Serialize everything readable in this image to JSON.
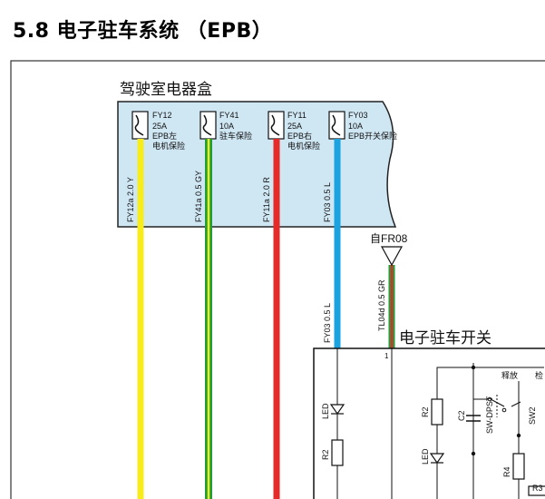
{
  "title": "5.8 电子驻车系统 （EPB）",
  "diagram": {
    "cab_box_label": "驾驶室电器盒",
    "switch_label": "电子驻车开关",
    "ground_label": "自FR08",
    "fuses": [
      {
        "id": "FY12",
        "rating": "25A",
        "desc1": "EPB左",
        "desc2": "电机保险",
        "wire": "FY12a  2.0  Y",
        "color": "#f7ec1c"
      },
      {
        "id": "FY41",
        "rating": "10A",
        "desc1": "驻车保险",
        "desc2": "",
        "wire": "FY41a  0.5  GY",
        "color": "#1f9e3a"
      },
      {
        "id": "FY11",
        "rating": "25A",
        "desc1": "EPB右",
        "desc2": "电机保险",
        "wire": "FY11a  2.0  R",
        "color": "#e52a2a"
      },
      {
        "id": "FY03",
        "rating": "10A",
        "desc1": "EPB开关保险",
        "desc2": "",
        "wire": "FY03  0.5  L",
        "color": "#1aa3e0"
      }
    ],
    "wire_fy03_lower": "FY03  0.5  L",
    "wire_tl04d": "TL04d  0.5  GR",
    "pin_1": "1",
    "components": {
      "led_left": "LED",
      "r2_left": "R2",
      "r2_right": "R2",
      "led_right": "LED",
      "c2": "C2",
      "sw_dpst": "SW-DPST",
      "sw2": "SW2",
      "r4": "R4",
      "r3": "R3",
      "release": "释放",
      "check": "检"
    }
  }
}
